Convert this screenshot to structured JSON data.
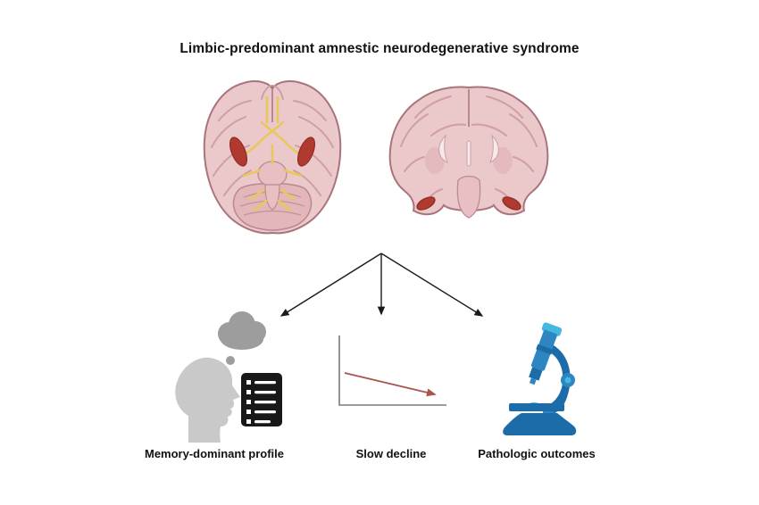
{
  "figure": {
    "title": "Limbic-predominant amnestic neurodegenerative syndrome",
    "branches": [
      {
        "label": "Memory-dominant profile",
        "icon": "head-profile-with-thought-bubble-and-checklist-icon"
      },
      {
        "label": "Slow decline",
        "icon": "declining-line-chart-icon"
      },
      {
        "label": "Pathologic outcomes",
        "icon": "microscope-icon"
      }
    ],
    "illustrations": [
      {
        "name": "brain-axial-inferior-view",
        "highlight": "bilateral-medial-temporal-red"
      },
      {
        "name": "brain-coronal-section",
        "highlight": "bilateral-hippocampi-red"
      }
    ],
    "colors": {
      "brain_pink": "#ebc8ca",
      "brain_outline": "#a9747c",
      "gyri_line": "#cf9fa5",
      "highlight_red": "#b03a30",
      "nerve_yellow": "#e8c85a",
      "silhouette_gray": "#c9c9c9",
      "bubble_gray": "#9d9d9d",
      "checklist_black": "#181818",
      "decline_line_red": "#a9544c",
      "axis_gray": "#7a7a7a",
      "microscope_blue": "#2e86c1",
      "microscope_dark_blue": "#1b6ca8",
      "microscope_cyan": "#45b8e0",
      "arrow_black": "#1a1a1a"
    }
  }
}
